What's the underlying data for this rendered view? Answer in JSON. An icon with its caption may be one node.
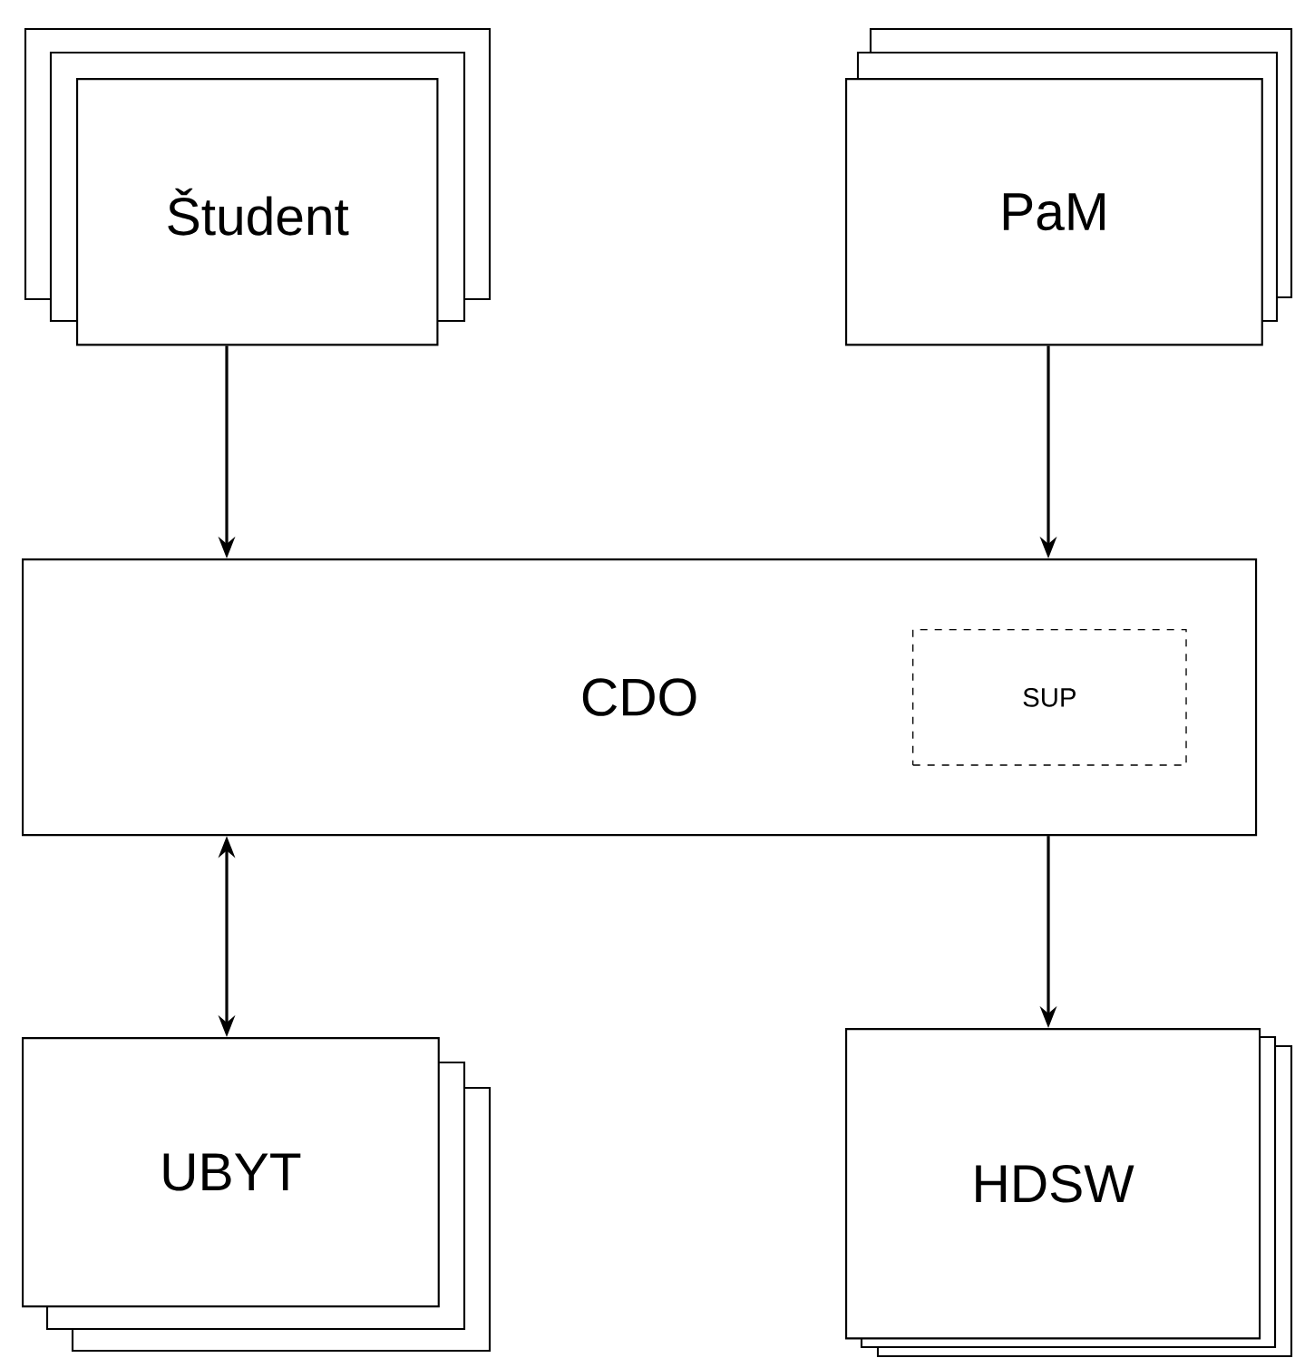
{
  "diagram": {
    "nodes": [
      {
        "text": [
          "Študent"
        ]
      },
      {
        "text": [
          "PaM"
        ]
      },
      {
        "text": [
          "CDO"
        ]
      },
      {
        "text": [
          "SUP"
        ],
        "in": 2
      },
      {
        "text": [
          "UBYT"
        ]
      },
      {
        "text": [
          "HDSW"
        ]
      }
    ],
    "edges": [
      {
        "from": 0,
        "to": 2,
        "arrow": "to"
      },
      {
        "from": 1,
        "to": 2,
        "arrow": "to"
      },
      {
        "from": 2,
        "to": 4,
        "arrow": "both"
      },
      {
        "from": 2,
        "to": 5,
        "arrow": "to"
      }
    ]
  }
}
